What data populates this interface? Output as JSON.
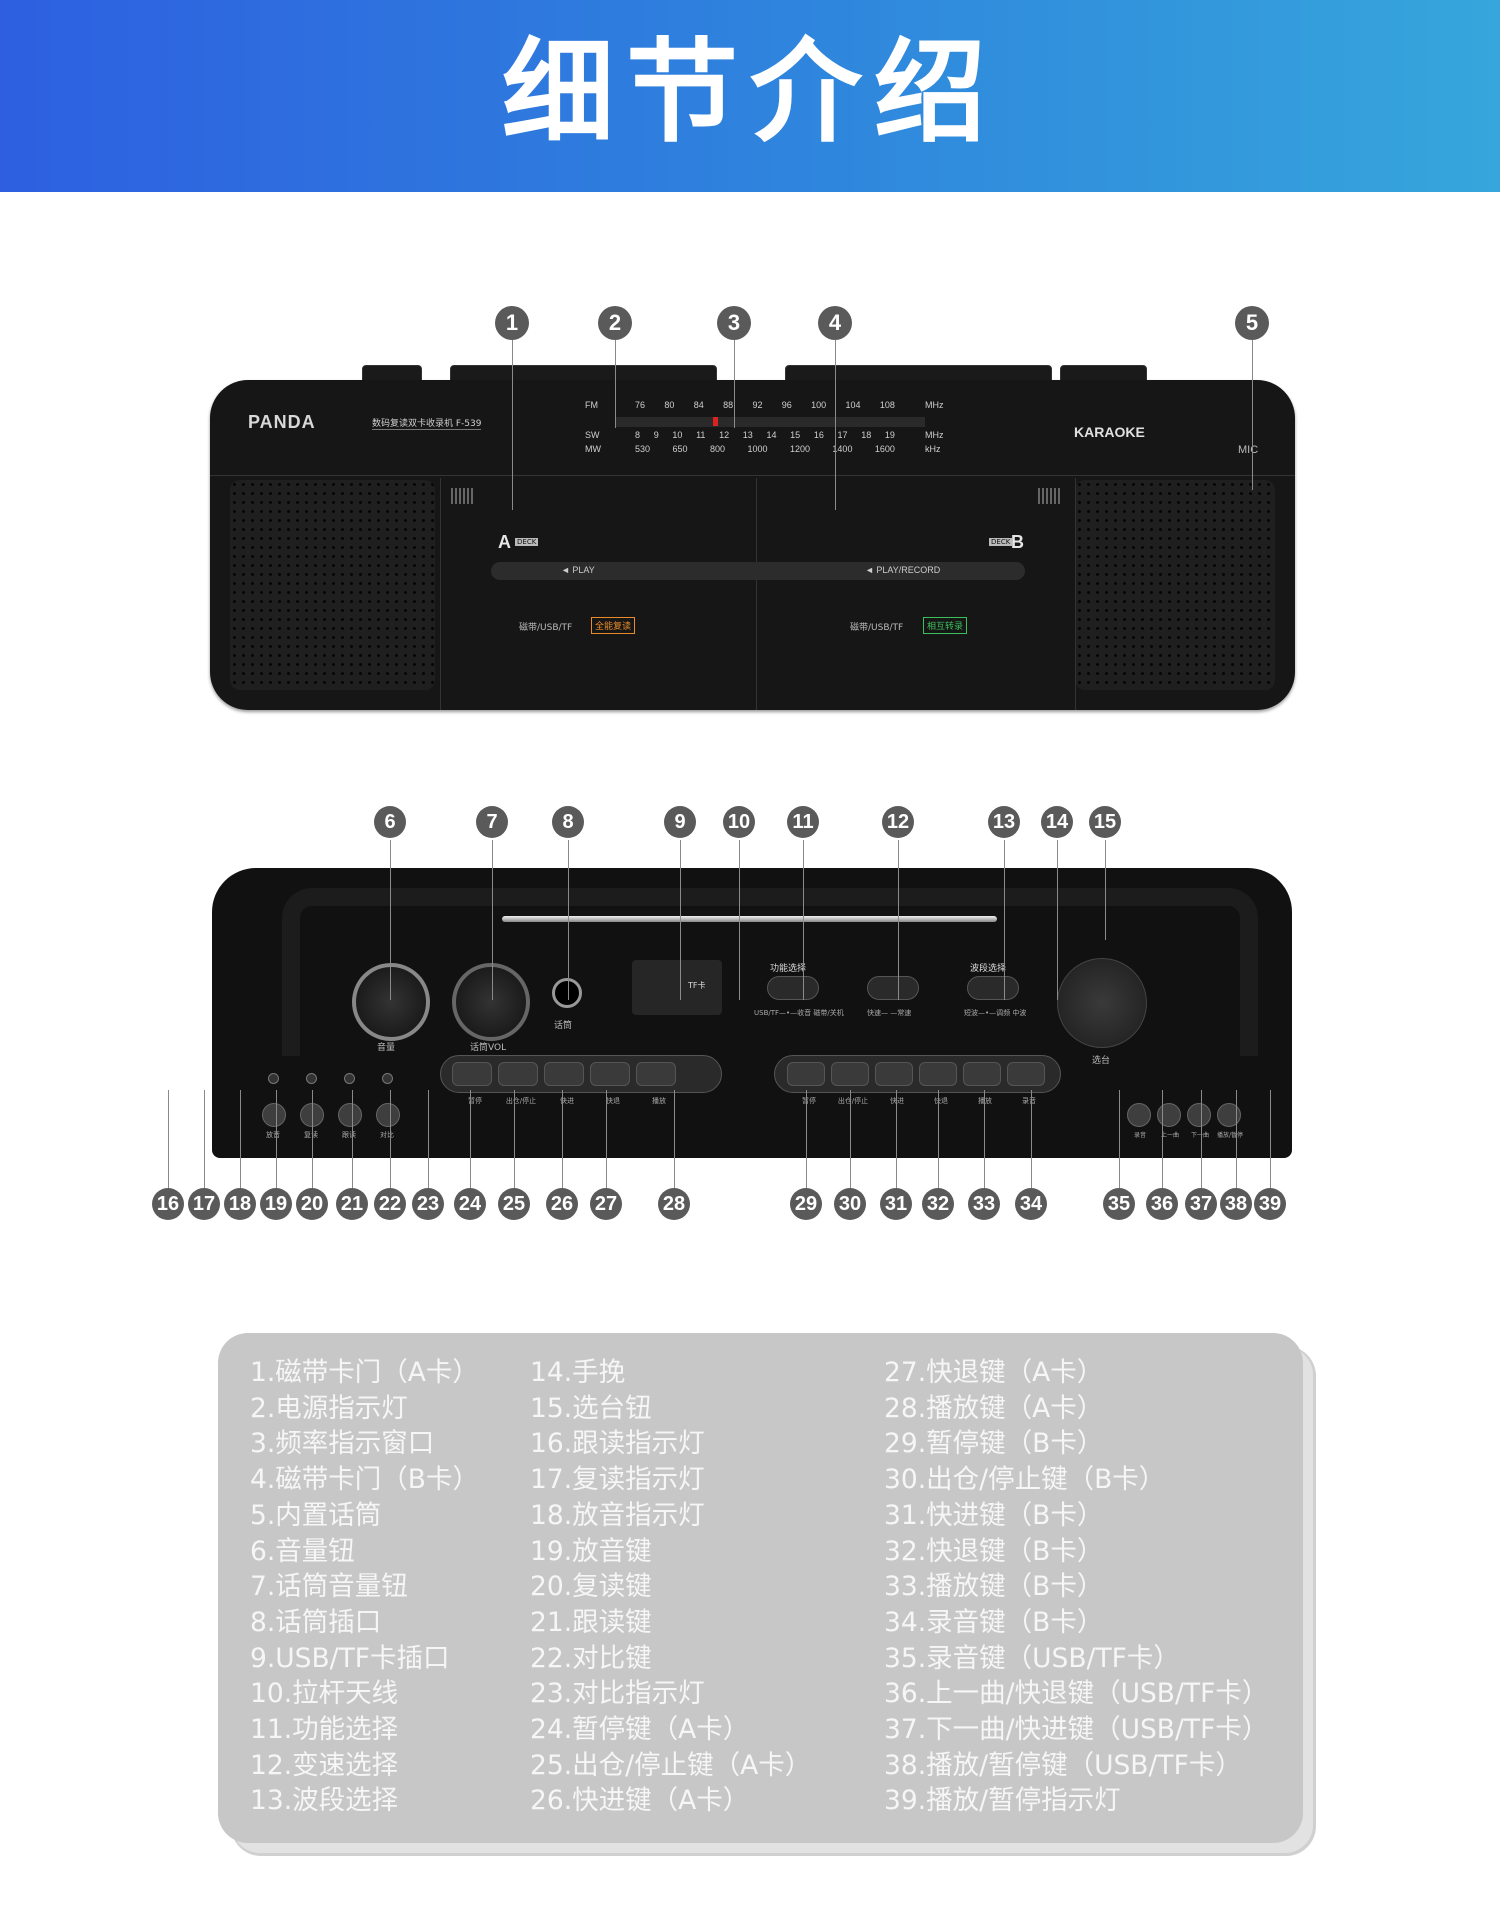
{
  "header": {
    "title": "细节介绍"
  },
  "front_panel": {
    "brand": "PANDA",
    "model": "数码复读双卡收录机 F-539",
    "karaoke": "KARAOKE",
    "mic": "MIC",
    "tuner": {
      "fm_label": "FM",
      "fm_scale": [
        "76",
        "80",
        "84",
        "88",
        "92",
        "96",
        "100",
        "104",
        "108"
      ],
      "fm_unit": "MHz",
      "sw_label": "SW",
      "sw_scale": [
        "8",
        "9",
        "10",
        "11",
        "12",
        "13",
        "14",
        "15",
        "16",
        "17",
        "18",
        "19"
      ],
      "sw_unit": "MHz",
      "mw_label": "MW",
      "mw_scale": [
        "530",
        "650",
        "800",
        "1000",
        "1200",
        "1400",
        "1600"
      ],
      "mw_unit": "kHz"
    },
    "deck_a": {
      "letter": "A",
      "deck_tag": "DECK",
      "play": "◄ PLAY",
      "media": "磁带/USB/TF",
      "badge": "全能复读"
    },
    "deck_b": {
      "letter": "B",
      "deck_tag": "DECK",
      "play": "◄ PLAY/RECORD",
      "media": "磁带/USB/TF",
      "badge": "相互转录"
    }
  },
  "back_panel": {
    "volume": "音量",
    "mic_volume": "话筒VOL",
    "mic_jack": "话筒",
    "tf": "TF卡",
    "function_title": "功能选择",
    "function_sub": "USB/TF—•—收音 磁带/关机",
    "speed_title": "",
    "speed_sub": "快速— —常速",
    "band_title": "波段选择",
    "band_sub": "短波—•—调频 中波",
    "tuning": "选台",
    "left_buttons": [
      "放音",
      "复读",
      "跟读",
      "对比"
    ],
    "deck_a_keys": [
      "暂停",
      "出仓/停止",
      "快进",
      "快退",
      "播放"
    ],
    "deck_b_keys": [
      "暂停",
      "出仓/停止",
      "快进",
      "快退",
      "播放",
      "录音"
    ],
    "usb_keys": [
      "录音",
      "上一曲",
      "下一曲",
      "播放/暂停"
    ]
  },
  "callouts_top": [
    "1",
    "2",
    "3",
    "4",
    "5"
  ],
  "callouts_mid": [
    "6",
    "7",
    "8",
    "9",
    "10",
    "11",
    "12",
    "13",
    "14",
    "15"
  ],
  "callouts_bottom": [
    "16",
    "17",
    "18",
    "19",
    "20",
    "21",
    "22",
    "23",
    "24",
    "25",
    "26",
    "27",
    "28",
    "29",
    "30",
    "31",
    "32",
    "33",
    "34",
    "35",
    "36",
    "37",
    "38",
    "39"
  ],
  "legend": {
    "col1": [
      "1.磁带卡门（A卡）",
      "2.电源指示灯",
      "3.频率指示窗口",
      "4.磁带卡门（B卡）",
      "5.内置话筒",
      "6.音量钮",
      "7.话筒音量钮",
      "8.话筒插口",
      "9.USB/TF卡插口",
      "10.拉杆天线",
      "11.功能选择",
      "12.变速选择",
      "13.波段选择"
    ],
    "col2": [
      "14.手挽",
      "15.选台钮",
      "16.跟读指示灯",
      "17.复读指示灯",
      "18.放音指示灯",
      "19.放音键",
      "20.复读键",
      "21.跟读键",
      "22.对比键",
      "23.对比指示灯",
      "24.暂停键（A卡）",
      "25.出仓/停止键（A卡）",
      "26.快进键（A卡）"
    ],
    "col3": [
      "27.快退键（A卡）",
      "28.播放键（A卡）",
      "29.暂停键（B卡）",
      "30.出仓/停止键（B卡）",
      "31.快进键（B卡）",
      "32.快退键（B卡）",
      "33.播放键（B卡）",
      "34.录音键（B卡）",
      "35.录音键（USB/TF卡）",
      "36.上一曲/快退键（USB/TF卡）",
      "37.下一曲/快进键（USB/TF卡）",
      "38.播放/暂停键（USB/TF卡）",
      "39.播放/暂停指示灯"
    ]
  }
}
